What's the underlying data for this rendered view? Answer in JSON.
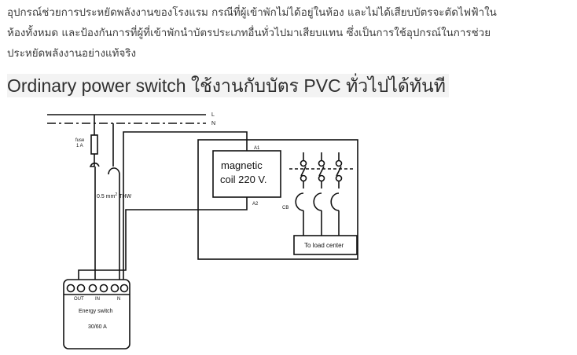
{
  "intro": {
    "lines": [
      "อุปกรณ์ช่วยการประหยัดพลังงานของโรงแรม กรณีที่ผู้เข้าพักไม่ได้อยู่ในห้อง และไม่ได้เสียบบัตรจะตัดไฟฟ้าใน",
      "ห้องทั้งหมด และป้องกันการที่ผู้ที่เข้าพักนำบัตรประเภทอื่นทั่วไปมาเสียบแทน ซึ่งเป็นการใช้อุปกรณ์ในการช่วย",
      "ประหยัดพลังงานอย่างแท้จริง"
    ]
  },
  "heading": "Ordinary power switch ใช้งานกับบัตร PVC ทั่วไปได้ทันที",
  "diagram": {
    "line_l": "L",
    "line_n": "N",
    "fuse_label": "fuse",
    "fuse_rating": "1 A",
    "wire_size": "0.5 mm",
    "wire_size_sup": "2",
    "wire_type": "THW",
    "coil_line1": "magnetic",
    "coil_line2": "coil 220 V.",
    "terminal_a1": "A1",
    "terminal_a2": "A2",
    "cb_label": "CB",
    "load_center": "To load center",
    "switch_terminals": [
      "OUT",
      "IN",
      "N"
    ],
    "switch_name": "Energy switch",
    "switch_rating": "30/60 A"
  }
}
